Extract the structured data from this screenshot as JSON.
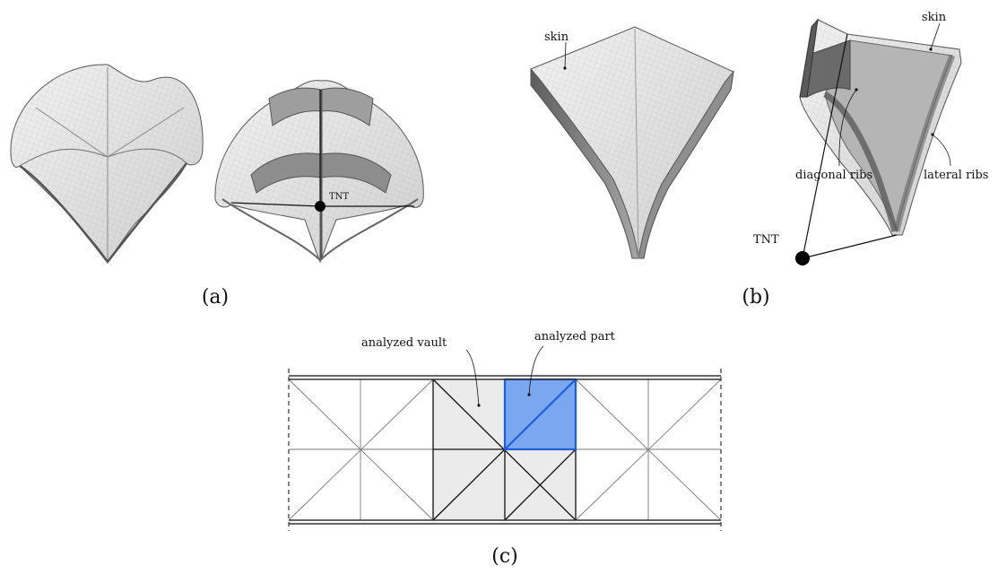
{
  "panels": {
    "a": {
      "label": "(a)",
      "tnt_label": "TNT"
    },
    "b": {
      "label": "(b)",
      "skin_label_1": "skin",
      "skin_label_2": "skin",
      "diagonal_ribs": "diagonal ribs",
      "lateral_ribs": "lateral ribs",
      "tnt_label": "TNT"
    },
    "c": {
      "label": "(c)",
      "analyzed_vault": "analyzed vault",
      "analyzed_part": "analyzed part"
    }
  },
  "colors": {
    "surface_light": "#e9e9e9",
    "surface_mid": "#bdbdbd",
    "surface_dark": "#7a7a7a",
    "vault_fill": "#ebebeb",
    "part_fill": "#7aa7f0",
    "part_stroke": "#1f5fd6"
  }
}
